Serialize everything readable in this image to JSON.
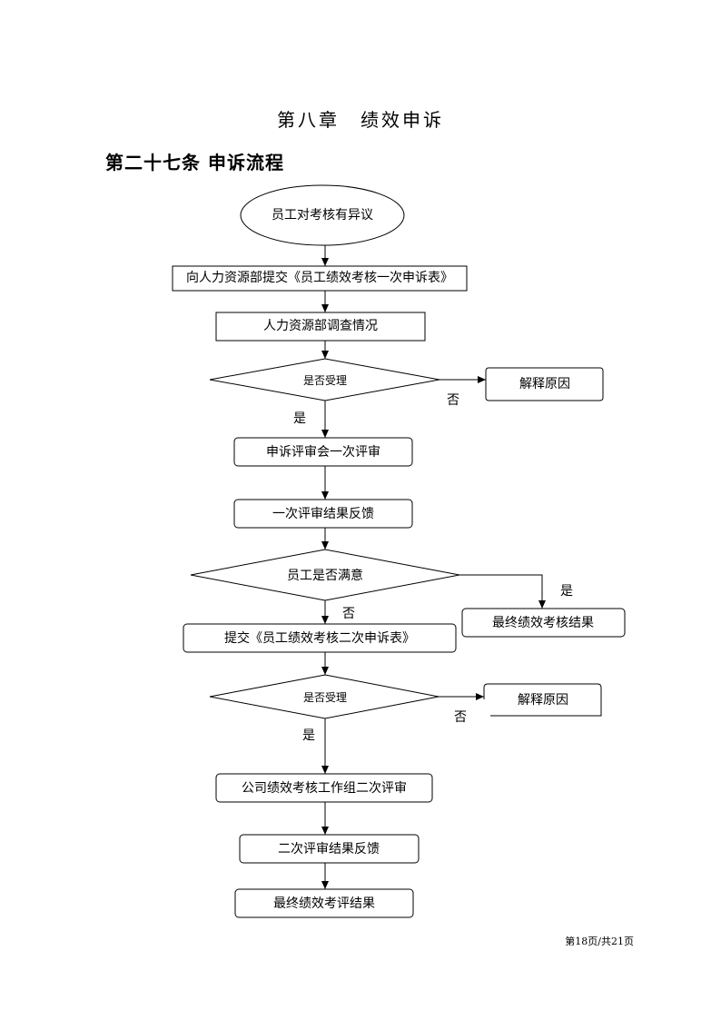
{
  "chapter_title": "第八章　绩效申诉",
  "article_title": "第二十七条 申诉流程",
  "flow": {
    "start": "员工对考核有异议",
    "submit_first": "向人力资源部提交《员工绩效考核一次申诉表》",
    "hr_investigate": "人力资源部调查情况",
    "accept_decision_1": "是否受理",
    "explain_reason_1": "解释原因",
    "review_committee_first": "申诉评审会一次评审",
    "first_review_feedback": "一次评审结果反馈",
    "employee_satisfied": "员工是否满意",
    "final_result_satisfied": "最终绩效考核结果",
    "submit_second": "提交《员工绩效考核二次申诉表》",
    "accept_decision_2": "是否受理",
    "explain_reason_2": "解释原因",
    "workgroup_second_review": "公司绩效考核工作组二次评审",
    "second_review_feedback": "二次评审结果反馈",
    "final_review_result": "最终绩效考评结果",
    "label_no_1": "否",
    "label_yes_1": "是",
    "label_yes_satisfied": "是",
    "label_no_satisfied": "否",
    "label_no_2": "否",
    "label_yes_2": "是"
  },
  "footer": {
    "page_info": "第18页/共21页"
  }
}
